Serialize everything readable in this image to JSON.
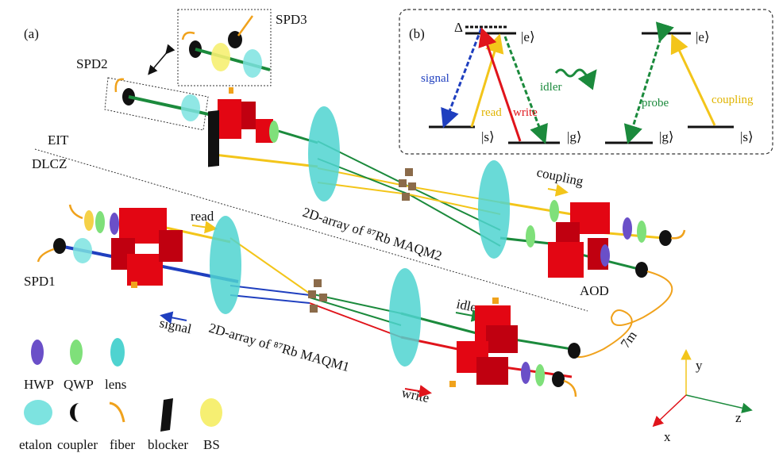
{
  "panel_a": {
    "label": "(a)",
    "spd1": "SPD1",
    "spd2": "SPD2",
    "spd3": "SPD3",
    "eit": "EIT",
    "dlcz": "DLCZ",
    "array_top": "2D-array of ⁸⁷Rb MAQM2",
    "array_bottom": "2D-array of ⁸⁷Rb MAQM1",
    "read": "read",
    "signal": "signal",
    "idler": "idler",
    "write": "write",
    "coupling": "coupling",
    "aod": "AOD",
    "fiber_length": "7m"
  },
  "panel_b": {
    "label": "(b)",
    "delta": "Δ",
    "level_e1": "|e⟩",
    "level_s1": "|s⟩",
    "level_g1": "|g⟩",
    "signal": "signal",
    "read": "read",
    "write": "write",
    "idler": "idler",
    "level_e2": "|e⟩",
    "level_g2": "|g⟩",
    "level_s2": "|s⟩",
    "probe": "probe",
    "coupling": "coupling"
  },
  "legend": {
    "hwp": "HWP",
    "qwp": "QWP",
    "lens": "lens",
    "etalon": "etalon",
    "coupler": "coupler",
    "fiber": "fiber",
    "blocker": "blocker",
    "bs": "BS"
  },
  "axes": {
    "y": "y",
    "z": "z",
    "x": "x"
  },
  "colors": {
    "signal": "#1f3fbf",
    "read": "#f3c51a",
    "write": "#e0141b",
    "idler": "#1b8a3c",
    "aod": "#e30613",
    "lens": "#4fd3d0",
    "hwp": "#6a4fc8",
    "qwp": "#7fe07a",
    "bs": "#f6ef72",
    "fiber": "#f0a21c"
  }
}
